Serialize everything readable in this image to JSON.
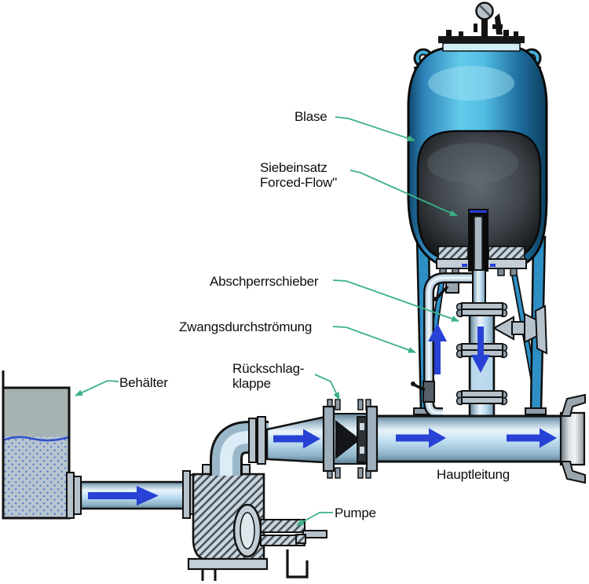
{
  "diagram": {
    "type": "hydraulic-schematic",
    "language": "de",
    "labels": {
      "blase": "Blase",
      "siebeinsatz_line1": "Siebeinsatz",
      "siebeinsatz_line2": "Forced-Flow\"",
      "absperrschieber": "Abschperrschieber",
      "zwangsdurchstroemung": "Zwangsdurchströmung",
      "behaelter": "Behälter",
      "rueckschlag_line1": "Rückschlag-",
      "rueckschlag_line2": "klappe",
      "hauptleitung": "Hauptleitung",
      "pumpe": "Pumpe"
    },
    "colors": {
      "leader_line": "#3cb185",
      "flow_arrow": "#2742d4",
      "tank_light": "#64cbec",
      "tank_dark": "#11486e",
      "bladder": "#1b1d1f",
      "pipe_fill": "#bcdcf0",
      "container_gray": "#a7b3b3",
      "outline": "#0a0a0a",
      "background": "#ffffff"
    },
    "flow_arrows": [
      "right-in-suction-pipe",
      "right-in-cone",
      "up-in-forced-flow-pipe",
      "down-in-vessel-pipe",
      "right-in-main-line-left",
      "right-in-main-line-right"
    ]
  }
}
